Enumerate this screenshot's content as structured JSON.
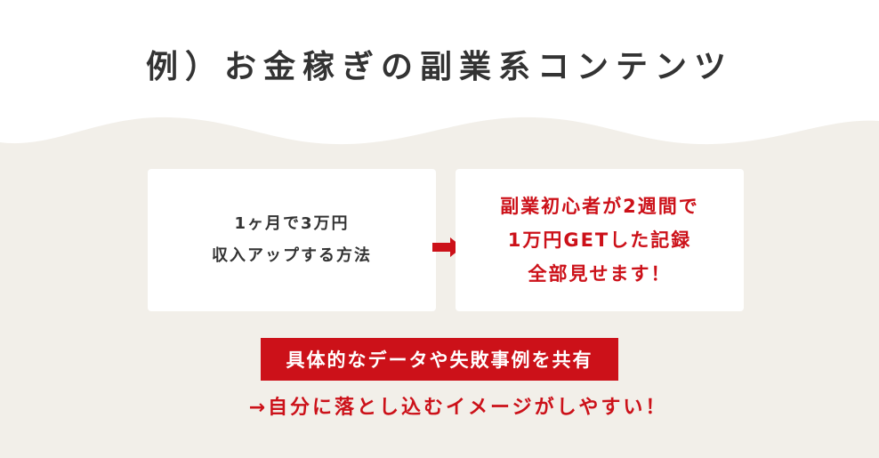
{
  "title": "例）お金稼ぎの副業系コンテンツ",
  "colors": {
    "background": "#f2efe9",
    "accent": "#cc1119",
    "text": "#333333"
  },
  "card_before": {
    "lines": [
      "1ヶ月で3万円",
      "収入アップする方法"
    ]
  },
  "arrow_icon": "arrow-right-icon",
  "card_after": {
    "lines": [
      "副業初心者が2週間で",
      "1万円GETした記録",
      "全部見せます！"
    ]
  },
  "badge": "具体的なデータや失敗事例を共有",
  "note": "→自分に落とし込むイメージがしやすい！"
}
